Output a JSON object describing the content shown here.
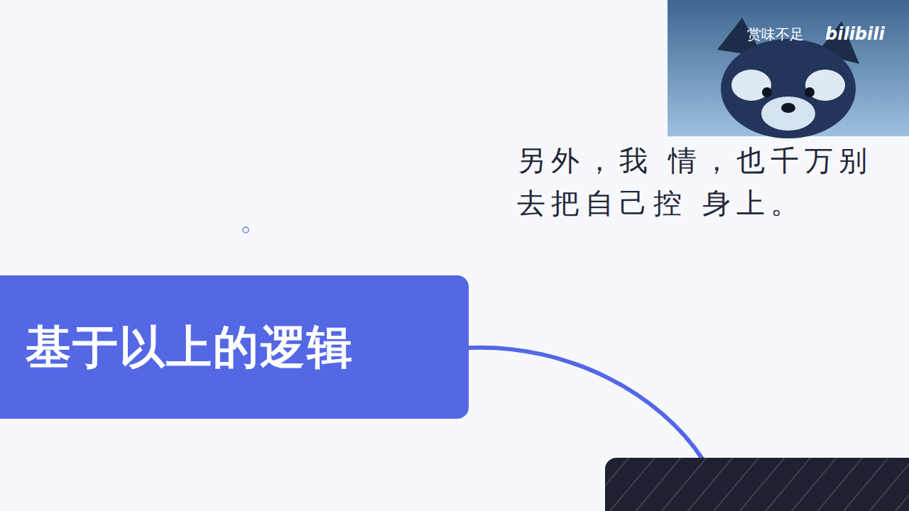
{
  "diagram": {
    "nodes": [
      {
        "text": [
          "基于以上的逻辑"
        ]
      }
    ],
    "labels": [
      "另外，我 情，也千万别去把自己控 身上。",
      "赏味不足",
      "bilibili"
    ]
  }
}
